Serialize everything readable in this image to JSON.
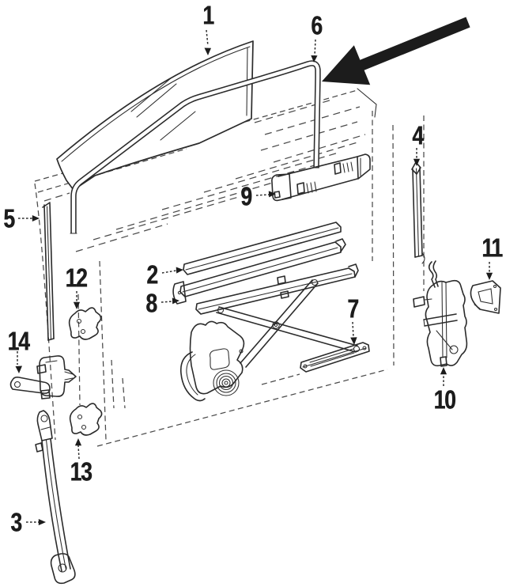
{
  "figure": {
    "background_color": "#ffffff",
    "ink_color": "#2b2b2b",
    "phantom_line_color": "#4a4a4a",
    "highlight_arrow": {
      "color": "#000000",
      "points_to_callout": "6"
    },
    "callouts": [
      {
        "number": "1"
      },
      {
        "number": "2"
      },
      {
        "number": "3"
      },
      {
        "number": "4"
      },
      {
        "number": "5"
      },
      {
        "number": "6"
      },
      {
        "number": "7"
      },
      {
        "number": "8"
      },
      {
        "number": "9"
      },
      {
        "number": "10"
      },
      {
        "number": "11"
      },
      {
        "number": "12"
      },
      {
        "number": "13"
      },
      {
        "number": "14"
      }
    ]
  }
}
